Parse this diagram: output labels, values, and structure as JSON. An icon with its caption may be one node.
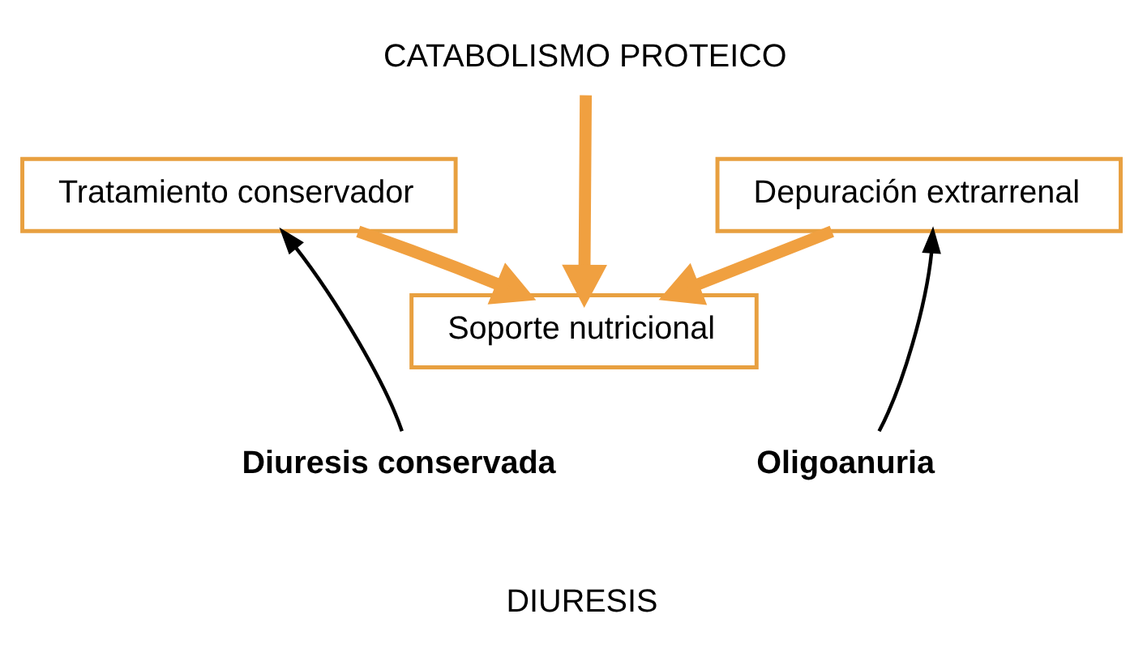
{
  "diagram": {
    "nodes": [
      {
        "text": [
          "CATABOLISMO PROTEICO"
        ]
      },
      {
        "text": [
          "Tratamiento conservador"
        ]
      },
      {
        "text": [
          "Depuración extrarrenal"
        ]
      },
      {
        "text": [
          "Soporte nutricional"
        ]
      },
      {
        "text": [
          "Diuresis conservada"
        ]
      },
      {
        "text": [
          "Oligoanuria"
        ]
      }
    ],
    "edges": [
      {
        "from": 0,
        "to": 3,
        "arrow": "to"
      },
      {
        "from": 1,
        "to": 3,
        "arrow": "to"
      },
      {
        "from": 2,
        "to": 3,
        "arrow": "to"
      },
      {
        "from": 4,
        "to": 1,
        "arrow": "to",
        "color": "#000000"
      },
      {
        "from": 5,
        "to": 2,
        "arrow": "to",
        "color": "#000000"
      }
    ],
    "labels": [
      "DIURESIS"
    ]
  }
}
